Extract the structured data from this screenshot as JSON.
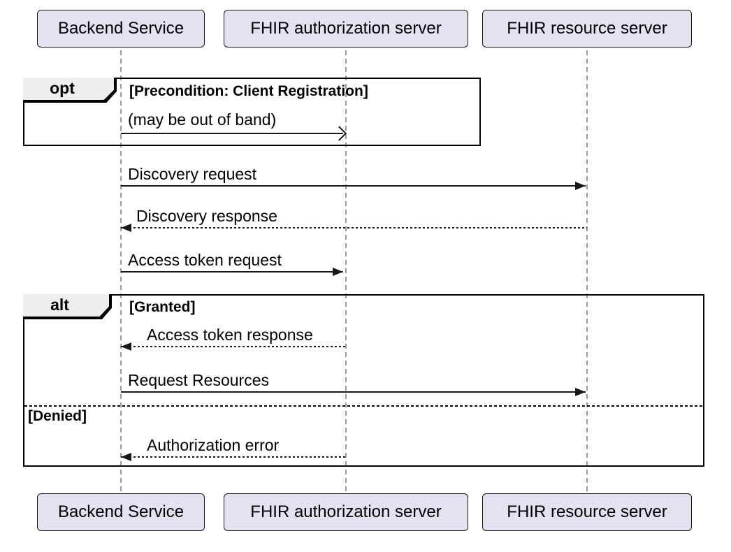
{
  "diagram": {
    "type": "uml-sequence-diagram",
    "participants": [
      {
        "id": "backend",
        "name": "Backend Service"
      },
      {
        "id": "auth",
        "name": "FHIR authorization server"
      },
      {
        "id": "resource",
        "name": "FHIR resource server"
      }
    ],
    "fragments": [
      {
        "operator": "opt",
        "guards": [
          "[Precondition: Client Registration]"
        ]
      },
      {
        "operator": "alt",
        "guards": [
          "[Granted]",
          "[Denied]"
        ]
      }
    ],
    "messages": [
      {
        "label": "(may be out of band)",
        "from": "Backend Service",
        "to": "FHIR authorization server",
        "line": "solid",
        "arrowhead": "open"
      },
      {
        "label": "Discovery request",
        "from": "Backend Service",
        "to": "FHIR resource server",
        "line": "solid",
        "arrowhead": "filled"
      },
      {
        "label": "Discovery response",
        "from": "FHIR resource server",
        "to": "Backend Service",
        "line": "dotted",
        "arrowhead": "filled"
      },
      {
        "label": "Access token request",
        "from": "Backend Service",
        "to": "FHIR authorization server",
        "line": "solid",
        "arrowhead": "filled"
      },
      {
        "label": "Access token response",
        "from": "FHIR authorization server",
        "to": "Backend Service",
        "line": "dotted",
        "arrowhead": "filled"
      },
      {
        "label": "Request Resources",
        "from": "Backend Service",
        "to": "FHIR resource server",
        "line": "solid",
        "arrowhead": "filled"
      },
      {
        "label": "Authorization error",
        "from": "FHIR authorization server",
        "to": "Backend Service",
        "line": "dotted",
        "arrowhead": "filled"
      }
    ],
    "colors": {
      "background": "#FFFFFF",
      "participant_fill": "#E2E2F0",
      "participant_border": "#181818",
      "fragment_border": "#000000",
      "fragment_header_fill": "#EEEEEE",
      "message_line": "#181818",
      "lifeline": "#999999",
      "text": "#000000"
    }
  }
}
